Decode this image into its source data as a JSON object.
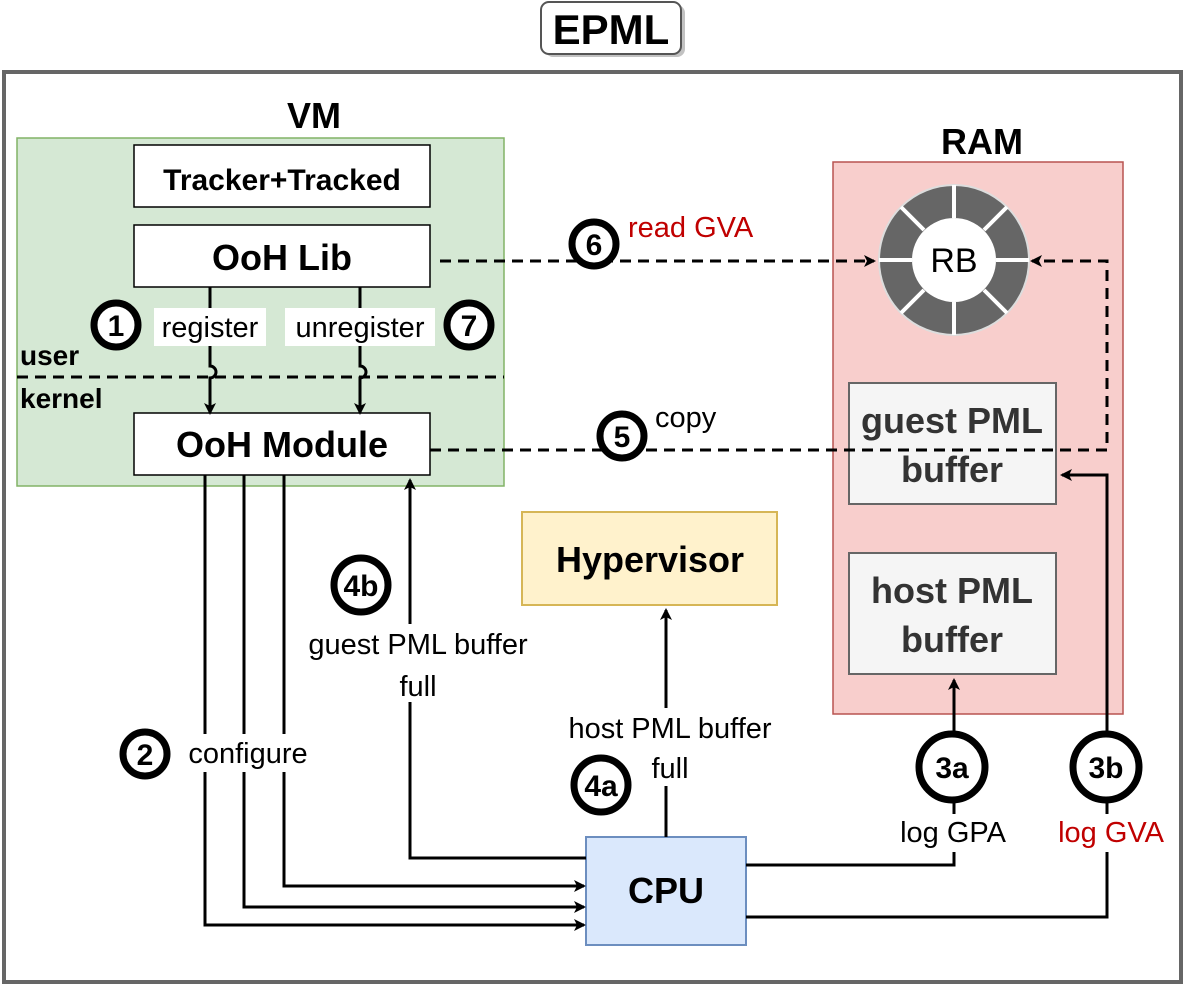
{
  "title": "EPML",
  "vm": {
    "label": "VM",
    "tracker_box": "Tracker+Tracked",
    "ooh_lib": "OoH Lib",
    "ooh_module": "OoH Module",
    "user": "user",
    "kernel": "kernel"
  },
  "ram": {
    "label": "RAM",
    "rb": "RB",
    "guest_pml_line1": "guest PML",
    "guest_pml_line2": "buffer",
    "host_pml_line1": "host PML",
    "host_pml_line2": "buffer"
  },
  "hypervisor": "Hypervisor",
  "cpu": "CPU",
  "steps": {
    "s1": {
      "num": "1",
      "label": "register"
    },
    "s2": {
      "num": "2",
      "label": "configure"
    },
    "s3a": {
      "num": "3a",
      "label": "log GPA"
    },
    "s3b": {
      "num": "3b",
      "label": "log GVA"
    },
    "s4a": {
      "num": "4a",
      "label_line1": "host PML buffer",
      "label_line2": "full"
    },
    "s4b": {
      "num": "4b",
      "label_line1": "guest PML buffer",
      "label_line2": "full"
    },
    "s5": {
      "num": "5",
      "label": "copy"
    },
    "s6": {
      "num": "6",
      "label": "read GVA"
    },
    "s7": {
      "num": "7",
      "label": "unregister"
    }
  },
  "colors": {
    "vm_fill": "#d5e8d4",
    "vm_stroke": "#82b366",
    "ram_fill": "#f8cecc",
    "ram_stroke": "#b85450",
    "hyp_fill": "#fff2cc",
    "hyp_stroke": "#d6b656",
    "cpu_fill": "#dae8fc",
    "cpu_stroke": "#6c8ebf",
    "buffer_fill": "#f5f5f5",
    "buffer_stroke": "#666666",
    "red_text": "#c00000",
    "rb_fill": "#666666"
  }
}
